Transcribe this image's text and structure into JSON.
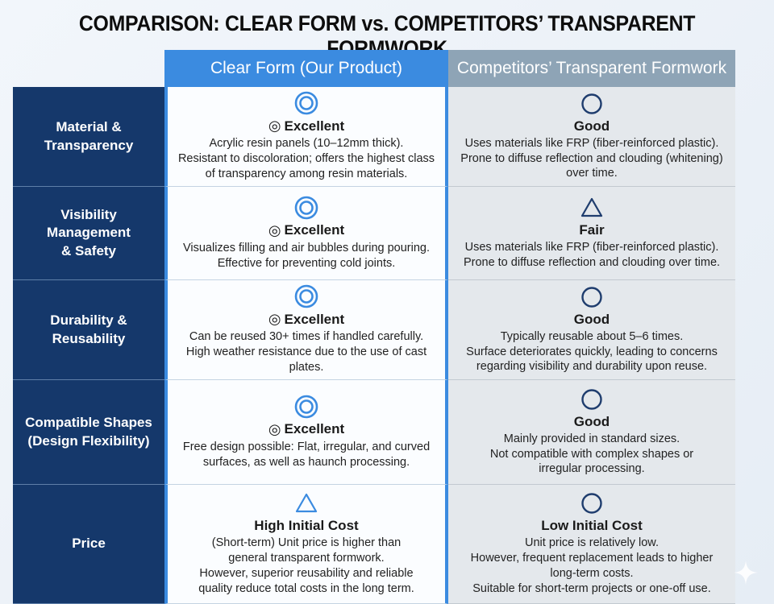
{
  "title": "COMPARISON: CLEAR FORM vs. COMPETITORS’ TRANSPARENT FORMWORK",
  "headers": {
    "ours": "Clear Form (Our Product)",
    "competitors": "Competitors’ Transparent Formwork"
  },
  "colors": {
    "accent_blue": "#3b8be0",
    "label_navy": "#15386b",
    "competitor_header": "#8ea4b6",
    "competitor_symbol": "#1f3d6e"
  },
  "rows": [
    {
      "label": [
        "Material &",
        "Transparency"
      ],
      "ours": {
        "symbol": "double-circle",
        "rating_mark": "◎",
        "rating": "Excellent",
        "desc": [
          "Acrylic resin panels (10–12mm thick).",
          "Resistant to discoloration; offers the highest class",
          "of transparency among resin materials."
        ]
      },
      "comp": {
        "symbol": "circle",
        "rating": "Good",
        "desc": [
          "Uses materials like FRP (fiber-reinforced plastic).",
          "Prone to diffuse reflection and clouding (whitening)",
          "over time."
        ]
      }
    },
    {
      "label": [
        "Visibility Management",
        "& Safety"
      ],
      "ours": {
        "symbol": "double-circle",
        "rating_mark": "◎",
        "rating": "Excellent",
        "desc": [
          "Visualizes filling and air bubbles during pouring.",
          "Effective for preventing cold joints."
        ]
      },
      "comp": {
        "symbol": "triangle",
        "rating": "Fair",
        "desc": [
          "Uses materials like FRP (fiber-reinforced plastic).",
          "Prone to diffuse reflection and clouding over time."
        ]
      }
    },
    {
      "label": [
        "Durability & Reusability"
      ],
      "ours": {
        "symbol": "double-circle",
        "rating_mark": "◎",
        "rating": "Excellent",
        "desc": [
          "Can be reused 30+ times if handled carefully.",
          "High weather resistance due to the use of cast plates."
        ]
      },
      "comp": {
        "symbol": "circle",
        "rating": "Good",
        "desc": [
          "Typically reusable about 5–6 times.",
          "Surface deteriorates quickly, leading to concerns",
          "regarding visibility and durability upon reuse."
        ]
      }
    },
    {
      "label": [
        "Compatible Shapes",
        "(Design Flexibility)"
      ],
      "ours": {
        "symbol": "double-circle",
        "rating_mark": "◎",
        "rating": "Excellent",
        "desc": [
          "Free design possible: Flat, irregular, and curved",
          "surfaces, as well as haunch processing."
        ]
      },
      "comp": {
        "symbol": "circle",
        "rating": "Good",
        "desc": [
          "Mainly provided in standard sizes.",
          "Not compatible with complex shapes or",
          "irregular processing."
        ]
      }
    },
    {
      "label": [
        "Price"
      ],
      "ours": {
        "symbol": "triangle",
        "rating_mark": "",
        "rating": "High Initial Cost",
        "desc": [
          "(Short-term) Unit price is higher than",
          "general transparent formwork.",
          "However, superior reusability and reliable",
          "quality reduce total costs in the long term."
        ]
      },
      "comp": {
        "symbol": "circle",
        "rating": "Low Initial Cost",
        "desc": [
          "Unit price is relatively low.",
          "However, frequent replacement leads to higher long-term costs.",
          "Suitable for short-term projects or one-off use."
        ]
      }
    }
  ]
}
